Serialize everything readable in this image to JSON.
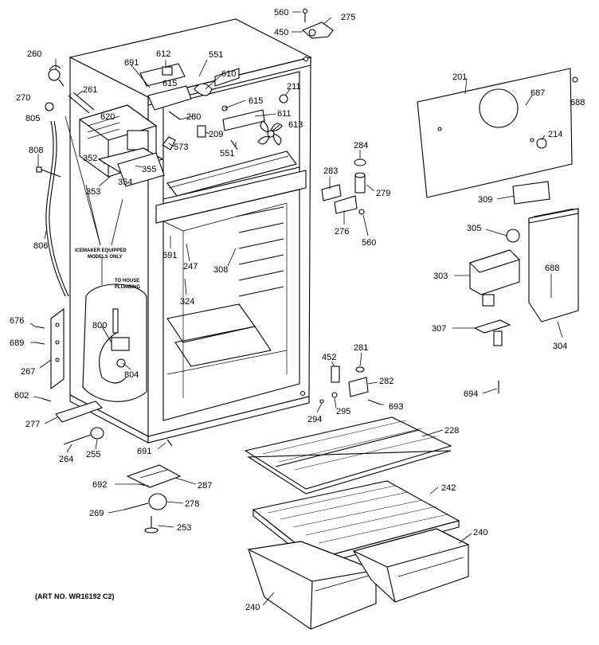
{
  "labels": [
    {
      "id": "560-top",
      "text": "560"
    },
    {
      "id": "275",
      "text": "275"
    },
    {
      "id": "450",
      "text": "450"
    },
    {
      "id": "260",
      "text": "260"
    },
    {
      "id": "612",
      "text": "612"
    },
    {
      "id": "551-top",
      "text": "551"
    },
    {
      "id": "691-top",
      "text": "691"
    },
    {
      "id": "615-a",
      "text": "615"
    },
    {
      "id": "610",
      "text": "610"
    },
    {
      "id": "261",
      "text": "261"
    },
    {
      "id": "211",
      "text": "211"
    },
    {
      "id": "270",
      "text": "270"
    },
    {
      "id": "615-b",
      "text": "615"
    },
    {
      "id": "620",
      "text": "620"
    },
    {
      "id": "805",
      "text": "805"
    },
    {
      "id": "611",
      "text": "611"
    },
    {
      "id": "280",
      "text": "280"
    },
    {
      "id": "613",
      "text": "613"
    },
    {
      "id": "209",
      "text": "209"
    },
    {
      "id": "573",
      "text": "573"
    },
    {
      "id": "551-mid",
      "text": "551"
    },
    {
      "id": "808",
      "text": "808"
    },
    {
      "id": "352",
      "text": "352"
    },
    {
      "id": "355",
      "text": "355"
    },
    {
      "id": "354",
      "text": "354"
    },
    {
      "id": "353",
      "text": "353"
    },
    {
      "id": "201",
      "text": "201"
    },
    {
      "id": "687",
      "text": "687"
    },
    {
      "id": "688-top",
      "text": "688"
    },
    {
      "id": "214",
      "text": "214"
    },
    {
      "id": "284",
      "text": "284"
    },
    {
      "id": "283",
      "text": "283"
    },
    {
      "id": "279",
      "text": "279"
    },
    {
      "id": "309",
      "text": "309"
    },
    {
      "id": "276",
      "text": "276"
    },
    {
      "id": "560-mid",
      "text": "560"
    },
    {
      "id": "806",
      "text": "806"
    },
    {
      "id": "691-mid",
      "text": "691"
    },
    {
      "id": "247",
      "text": "247"
    },
    {
      "id": "308",
      "text": "308"
    },
    {
      "id": "305",
      "text": "305"
    },
    {
      "id": "303",
      "text": "303"
    },
    {
      "id": "688-mid",
      "text": "688"
    },
    {
      "id": "324",
      "text": "324"
    },
    {
      "id": "676",
      "text": "676"
    },
    {
      "id": "800",
      "text": "800"
    },
    {
      "id": "307",
      "text": "307"
    },
    {
      "id": "304",
      "text": "304"
    },
    {
      "id": "689",
      "text": "689"
    },
    {
      "id": "452",
      "text": "452"
    },
    {
      "id": "281",
      "text": "281"
    },
    {
      "id": "267",
      "text": "267"
    },
    {
      "id": "804",
      "text": "804"
    },
    {
      "id": "282",
      "text": "282"
    },
    {
      "id": "694",
      "text": "694"
    },
    {
      "id": "602",
      "text": "602"
    },
    {
      "id": "295",
      "text": "295"
    },
    {
      "id": "693",
      "text": "693"
    },
    {
      "id": "277",
      "text": "277"
    },
    {
      "id": "294",
      "text": "294"
    },
    {
      "id": "228",
      "text": "228"
    },
    {
      "id": "691-bot",
      "text": "691"
    },
    {
      "id": "264",
      "text": "264"
    },
    {
      "id": "255",
      "text": "255"
    },
    {
      "id": "242",
      "text": "242"
    },
    {
      "id": "692",
      "text": "692"
    },
    {
      "id": "287",
      "text": "287"
    },
    {
      "id": "269",
      "text": "269"
    },
    {
      "id": "278",
      "text": "278"
    },
    {
      "id": "240-right",
      "text": "240"
    },
    {
      "id": "253",
      "text": "253"
    },
    {
      "id": "240-left",
      "text": "240"
    }
  ],
  "notes": {
    "icemaker_line1": "ICEMAKER EQUIPPED",
    "icemaker_line2": "MODELS ONLY",
    "plumbing_line1": "TO HOUSE",
    "plumbing_line2": "PLUMBING",
    "art_number": "(ART NO. WR16192 C2)"
  }
}
